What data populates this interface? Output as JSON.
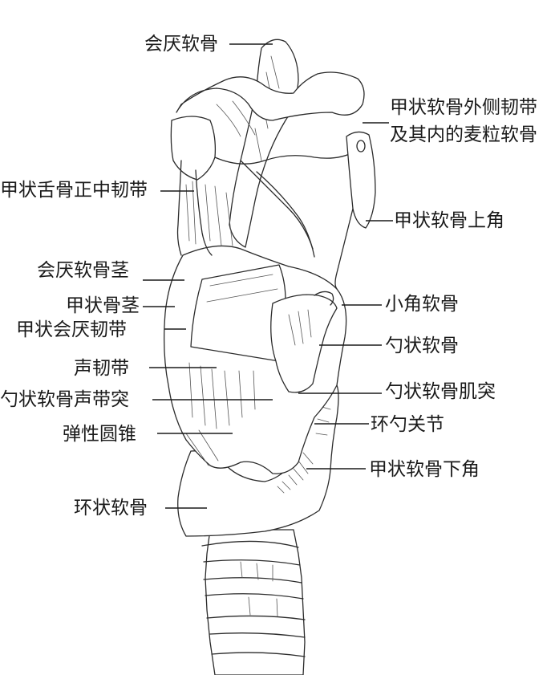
{
  "labels": {
    "epiglottis": "会厌软骨",
    "lateral_thyrohyoid_ligament": "甲状软骨外侧韧带",
    "triticeous_cartilage": "及其内的麦粒软骨",
    "median_thyrohyoid_ligament": "甲状舌骨正中韧带",
    "superior_horn": "甲状软骨上角",
    "epiglottic_petiole": "会厌软骨茎",
    "thyroid_stalk": "甲状骨茎",
    "corniculate_cartilage": "小角软骨",
    "thyroepiglottic_ligament": "甲状会厌韧带",
    "arytenoid_cartilage": "勺状软骨",
    "vocal_ligament": "声韧带",
    "muscular_process": "勺状软骨肌突",
    "vocal_process": "勺状软骨声带突",
    "cricoarytenoid_joint": "环勺关节",
    "conus_elasticus": "弹性圆锥",
    "inferior_horn": "甲状软骨下角",
    "cricoid_cartilage": "环状软骨"
  }
}
